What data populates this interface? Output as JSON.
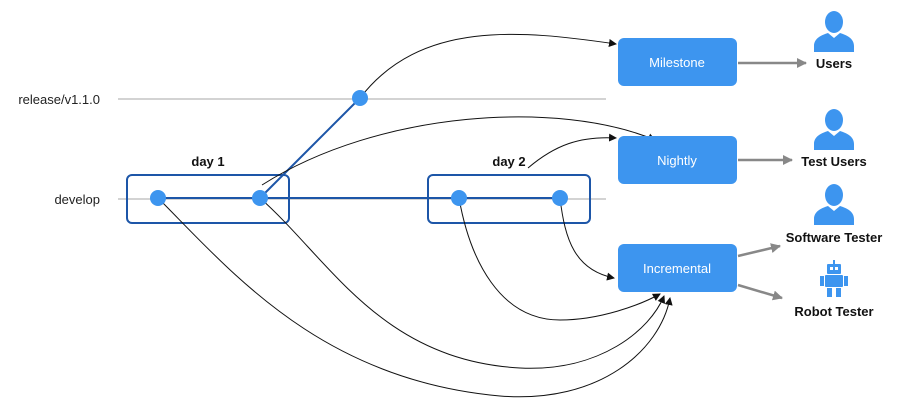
{
  "branches": {
    "release": "release/v1.1.0",
    "develop": "develop"
  },
  "groups": {
    "day1": "day 1",
    "day2": "day 2"
  },
  "builds": {
    "milestone": "Milestone",
    "nightly": "Nightly",
    "incremental": "Incremental"
  },
  "audiences": {
    "users": "Users",
    "test_users": "Test Users",
    "software_tester": "Software Tester",
    "robot_tester": "Robot Tester"
  },
  "colors": {
    "accent": "#3d95ef",
    "dark_blue": "#1d56a8",
    "node": "#3d95ef",
    "gray_arrow": "#888888",
    "branch_line": "#d3d3d3"
  },
  "icons": {
    "person": "person-icon",
    "robot": "robot-icon"
  }
}
